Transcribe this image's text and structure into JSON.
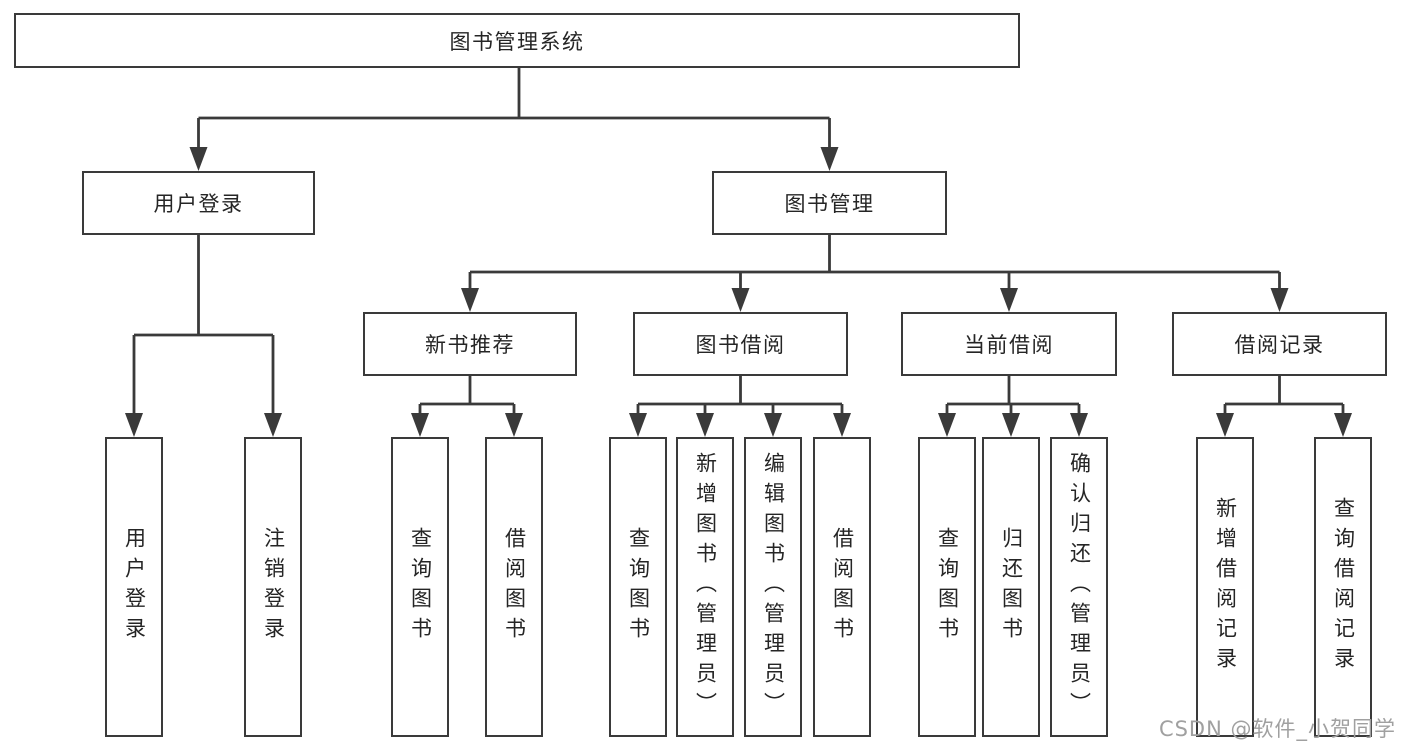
{
  "colors": {
    "line": "#3a3a3a",
    "text": "#252525",
    "box_fill": "#ffffff",
    "background": "#ffffff",
    "watermark": "#a0a0a0"
  },
  "watermark": {
    "text": "CSDN @软件_小贺同学"
  },
  "tree": {
    "root": {
      "label": "图书管理系统"
    },
    "branches": [
      {
        "label": "用户登录",
        "children": [
          {
            "label": "用户登录"
          },
          {
            "label": "注销登录"
          }
        ]
      },
      {
        "label": "图书管理",
        "children": [
          {
            "label": "新书推荐",
            "children": [
              {
                "label": "查询图书"
              },
              {
                "label": "借阅图书"
              }
            ]
          },
          {
            "label": "图书借阅",
            "children": [
              {
                "label": "查询图书"
              },
              {
                "label": "新增图书（管理员）"
              },
              {
                "label": "编辑图书（管理员）"
              },
              {
                "label": "借阅图书"
              }
            ]
          },
          {
            "label": "当前借阅",
            "children": [
              {
                "label": "查询图书"
              },
              {
                "label": "归还图书"
              },
              {
                "label": "确认归还（管理员）"
              }
            ]
          },
          {
            "label": "借阅记录",
            "children": [
              {
                "label": "新增借阅记录"
              },
              {
                "label": "查询借阅记录"
              }
            ]
          }
        ]
      }
    ]
  }
}
